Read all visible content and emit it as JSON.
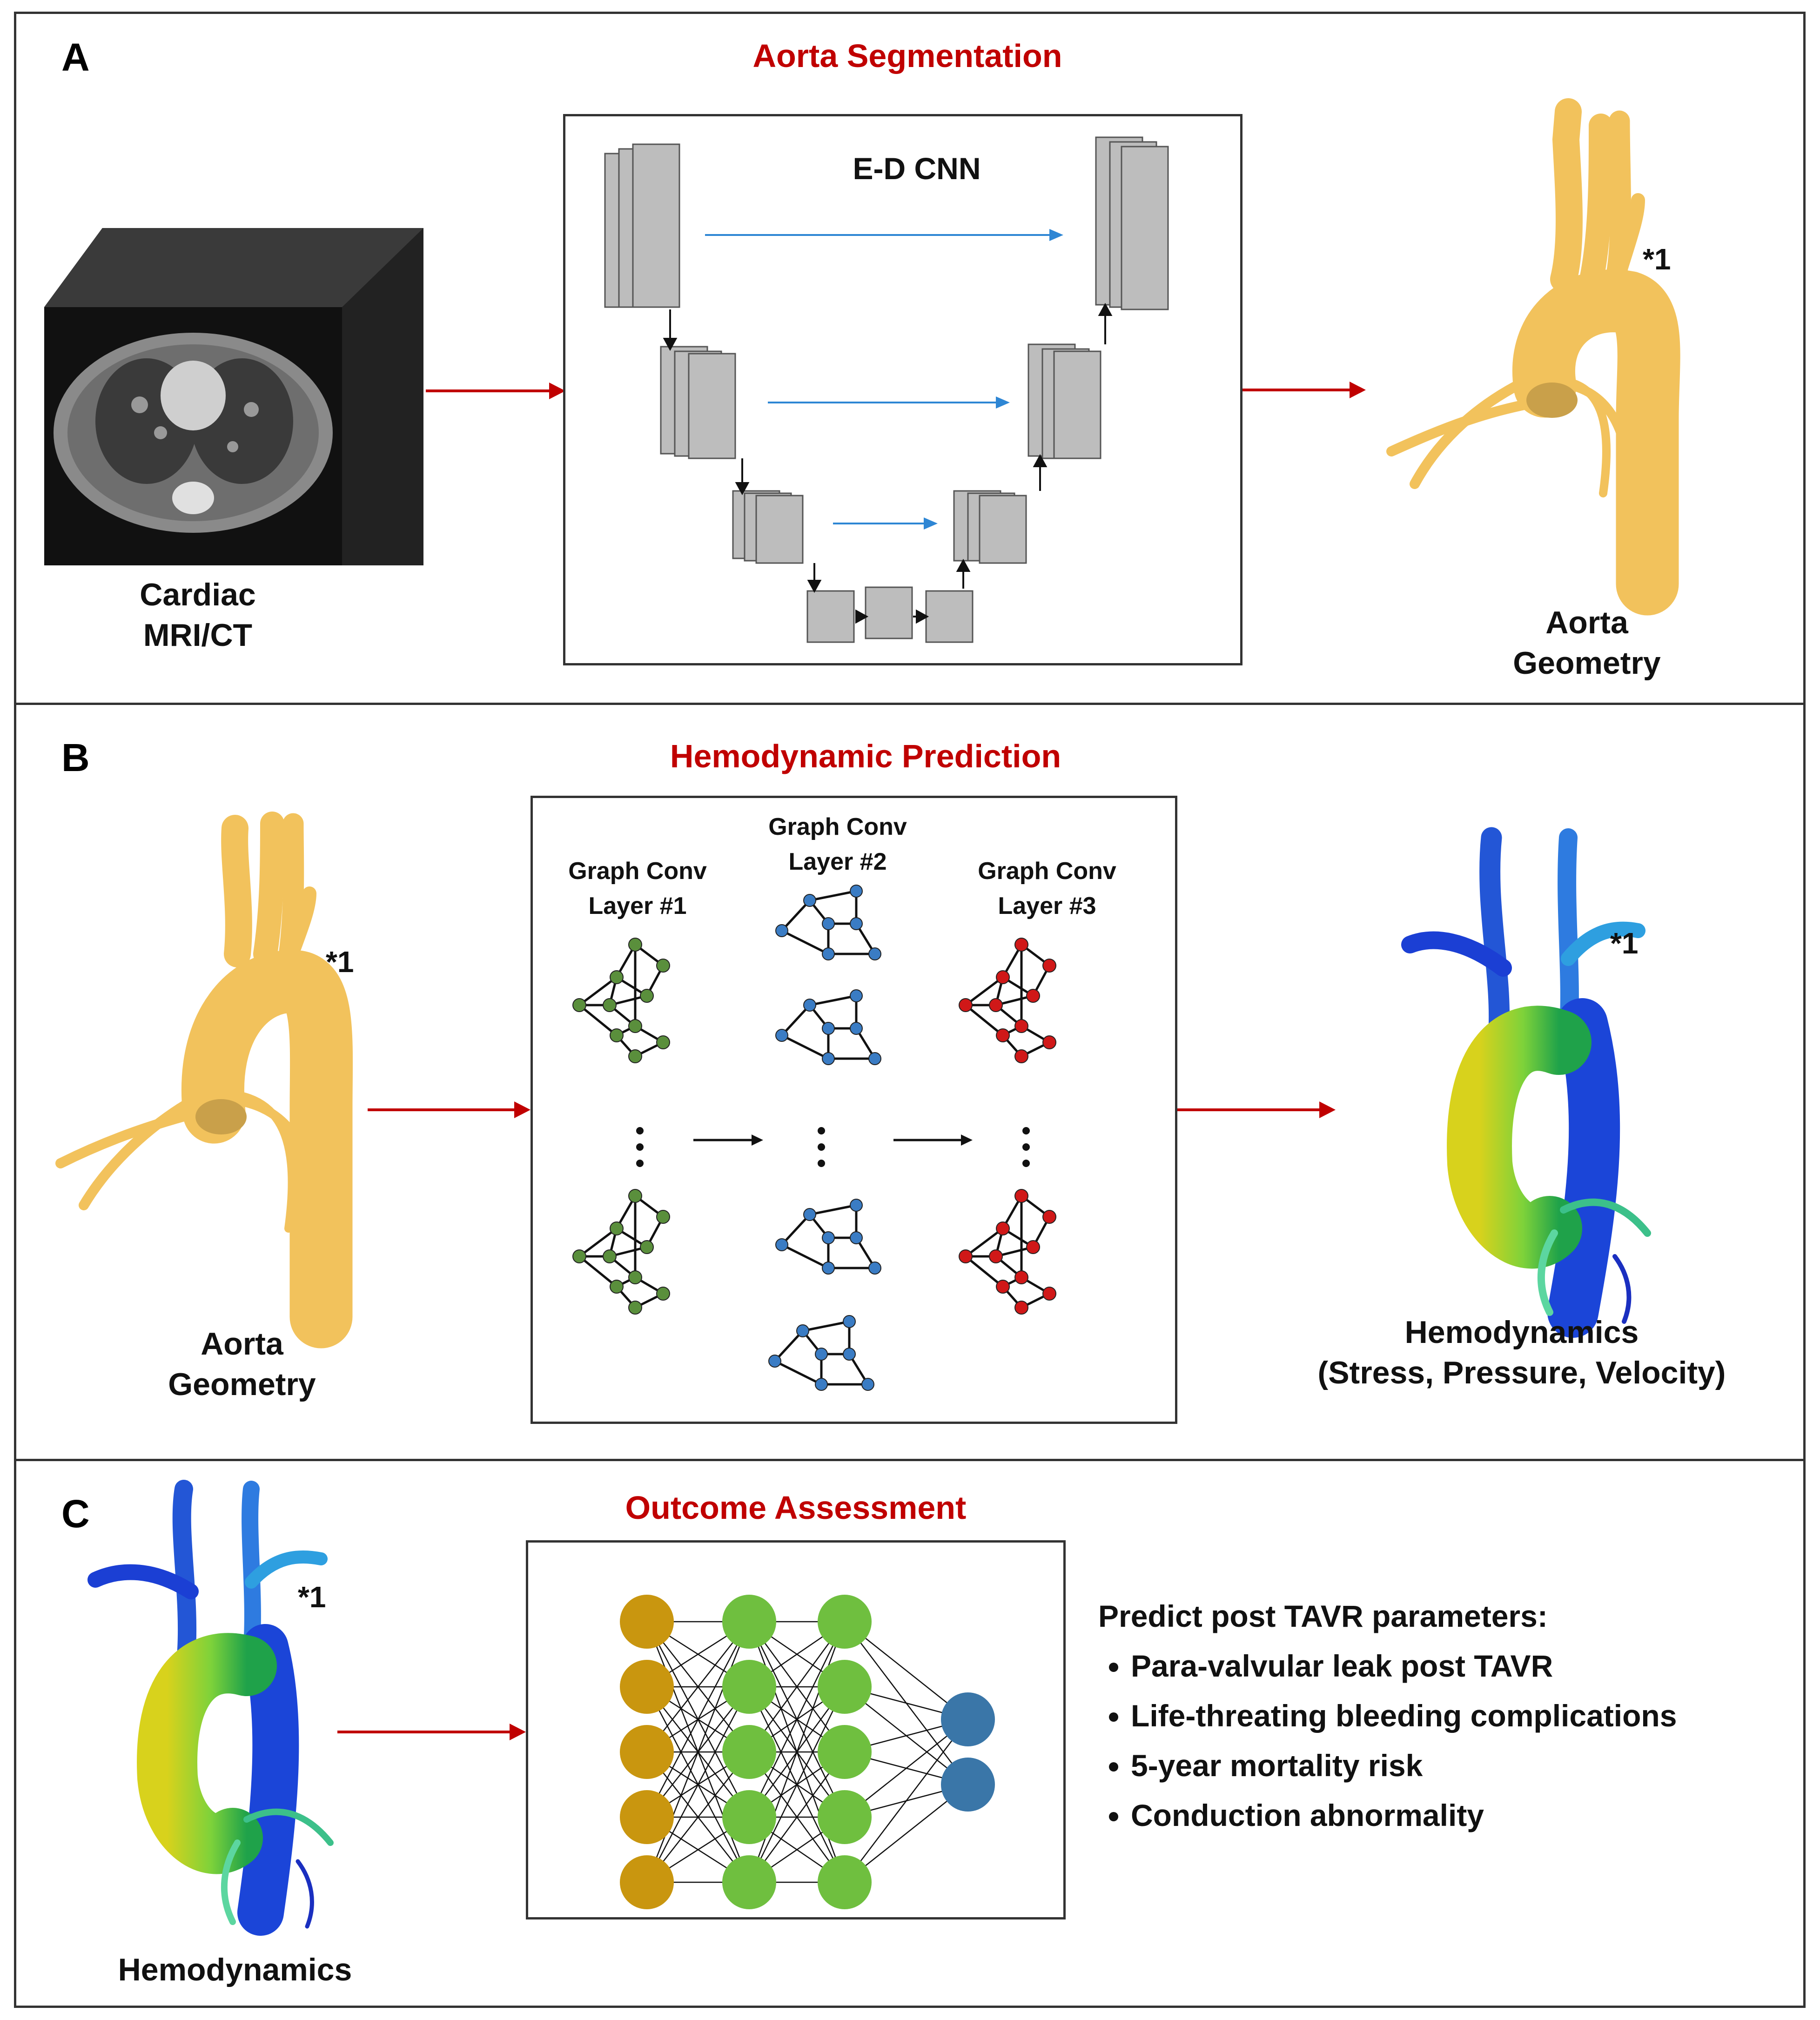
{
  "panel_a": {
    "letter": "A",
    "title": "Aorta Segmentation",
    "input_label": "Cardiac\nMRI/CT",
    "network_label": "E-D CNN",
    "output_label": "Aorta\nGeometry",
    "marker": "*1"
  },
  "panel_b": {
    "letter": "B",
    "title": "Hemodynamic Prediction",
    "input_label": "Aorta\nGeometry",
    "marker_in": "*1",
    "layers": [
      "Graph Conv\nLayer #1",
      "Graph Conv\nLayer #2",
      "Graph Conv\nLayer #3"
    ],
    "output_label": "Hemodynamics\n(Stress, Pressure, Velocity)",
    "marker_out": "*1"
  },
  "panel_c": {
    "letter": "C",
    "title": "Outcome Assessment",
    "input_label": "Hemodynamics",
    "marker": "*1",
    "predict_heading": "Predict post TAVR parameters:",
    "predictions": [
      "Para-valvular leak post TAVR",
      "Life-threating bleeding complications",
      "5-year mortality risk",
      "Conduction abnormality"
    ]
  },
  "colors": {
    "title_red": "#c00000",
    "arrow_red": "#c00000",
    "skip_blue": "#2e86d4",
    "aorta_gold": "#f5c96a",
    "node_green": "#5a8f3c",
    "node_blue": "#3a7cc4",
    "node_red": "#d01818",
    "nn_input": "#c9960f",
    "nn_hidden": "#6fbf3f",
    "nn_output": "#3a76a8"
  }
}
